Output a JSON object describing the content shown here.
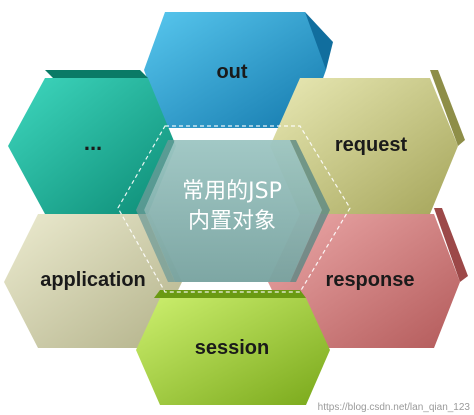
{
  "center": {
    "line1": "常用的JSP",
    "line2": "内置对象"
  },
  "hexagons": {
    "out": "out",
    "request": "request",
    "response": "response",
    "session": "session",
    "application": "application",
    "more": "..."
  },
  "watermark": "https://blog.csdn.net/lan_qian_123",
  "colors": {
    "out": "#2aa2d8",
    "request": "#c7c87e",
    "response": "#d88383",
    "session": "#a7d437",
    "application": "#d3d2a8",
    "more": "#1fb7a0",
    "center": "#88b3b0"
  }
}
